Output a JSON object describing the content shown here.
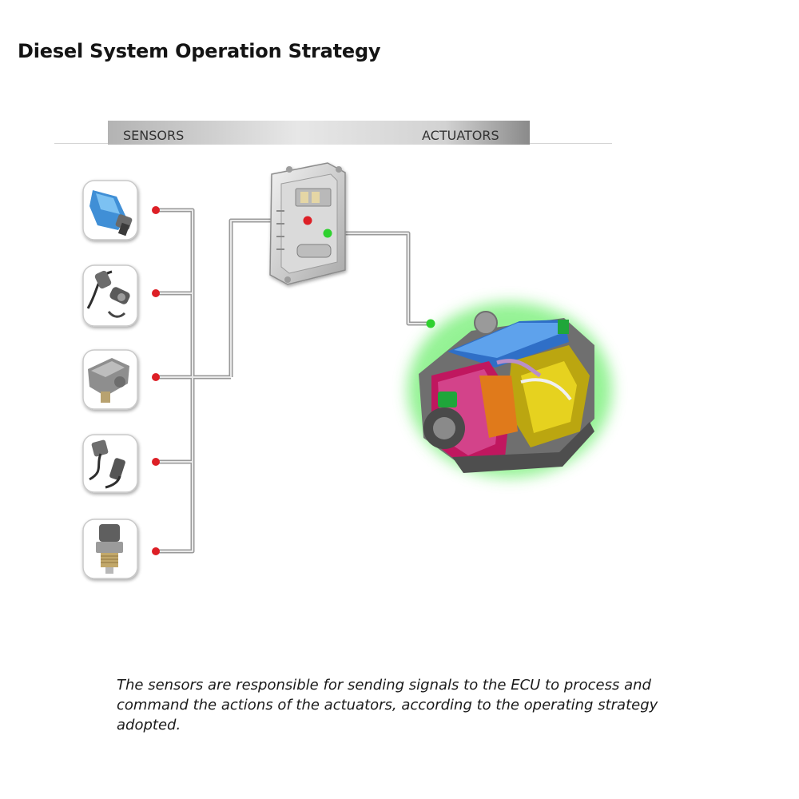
{
  "page": {
    "title": "Diesel System Operation Strategy",
    "caption": "The sensors are responsible for sending signals to the ECU to process and command the actions of the actuators, according to the operating strategy adopted."
  },
  "header_band": {
    "left_label": "SENSORS",
    "right_label": "ACTUATORS"
  },
  "diagram": {
    "sensors": [
      {
        "name": "blue-connector-sensor-icon"
      },
      {
        "name": "cable-speed-sensor-icon"
      },
      {
        "name": "pressure-sensor-icon"
      },
      {
        "name": "wired-position-sensor-icon"
      },
      {
        "name": "threaded-temperature-sensor-icon"
      }
    ],
    "ecu": {
      "name": "ecu-module-icon"
    },
    "engine": {
      "name": "diesel-engine-icon"
    },
    "colors": {
      "input_dot": "#dd1f26",
      "output_dot": "#2fd12f",
      "wire": "#b0b0b0",
      "engine_glow": "#3ee83e"
    }
  }
}
